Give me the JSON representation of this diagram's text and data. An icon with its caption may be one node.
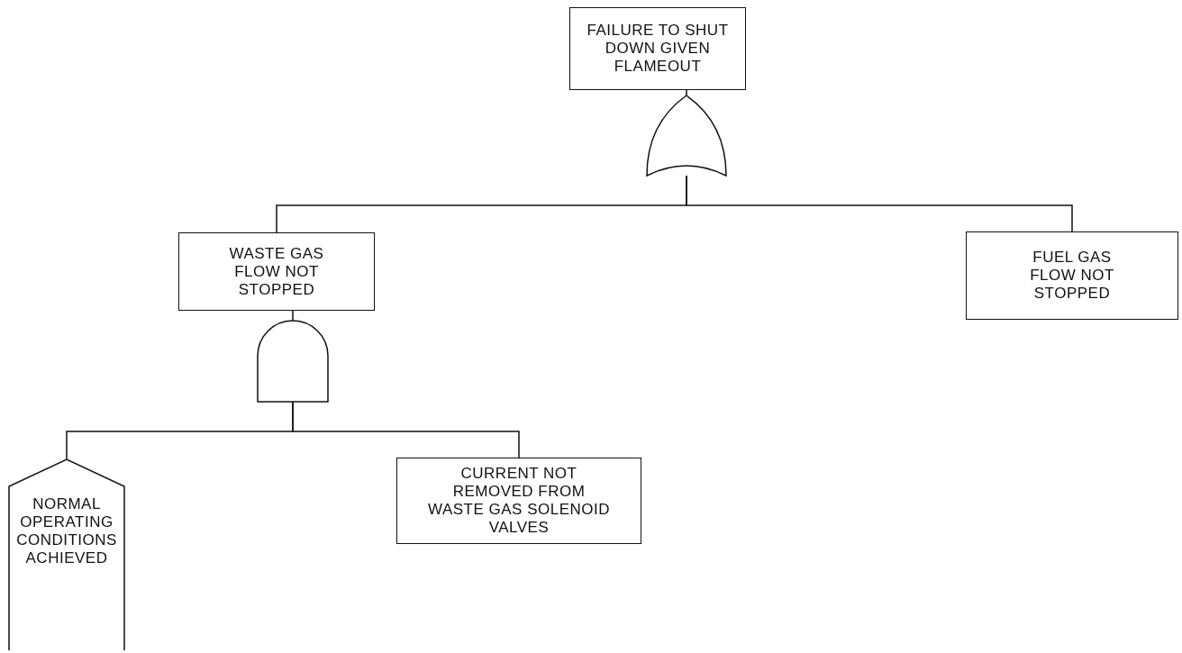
{
  "diagram": {
    "nodes": [
      {
        "text": [
          "FAILURE TO SHUT DOWN GIVEN FLAMEOUT"
        ]
      },
      {
        "text": [],
        "shape": "or-gate"
      },
      {
        "text": [
          "WASTE GAS FLOW NOT STOPPED"
        ]
      },
      {
        "text": [
          "FUEL GAS FLOW NOT STOPPED"
        ]
      },
      {
        "text": [],
        "shape": "and-gate"
      },
      {
        "text": [
          "NORMAL OPERATING CONDITIONS ACHIEVED"
        ]
      },
      {
        "text": [
          "CURRENT NOT REMOVED FROM WASTE GAS SOLENOID VALVES"
        ]
      }
    ],
    "edges": [
      {
        "from": 1,
        "to": 0,
        "arrow": "none"
      },
      {
        "from": 1,
        "to": 2,
        "arrow": "none"
      },
      {
        "from": 1,
        "to": 3,
        "arrow": "none"
      },
      {
        "from": 4,
        "to": 2,
        "arrow": "none"
      },
      {
        "from": 4,
        "to": 5,
        "arrow": "none"
      },
      {
        "from": 4,
        "to": 6,
        "arrow": "none"
      }
    ]
  }
}
